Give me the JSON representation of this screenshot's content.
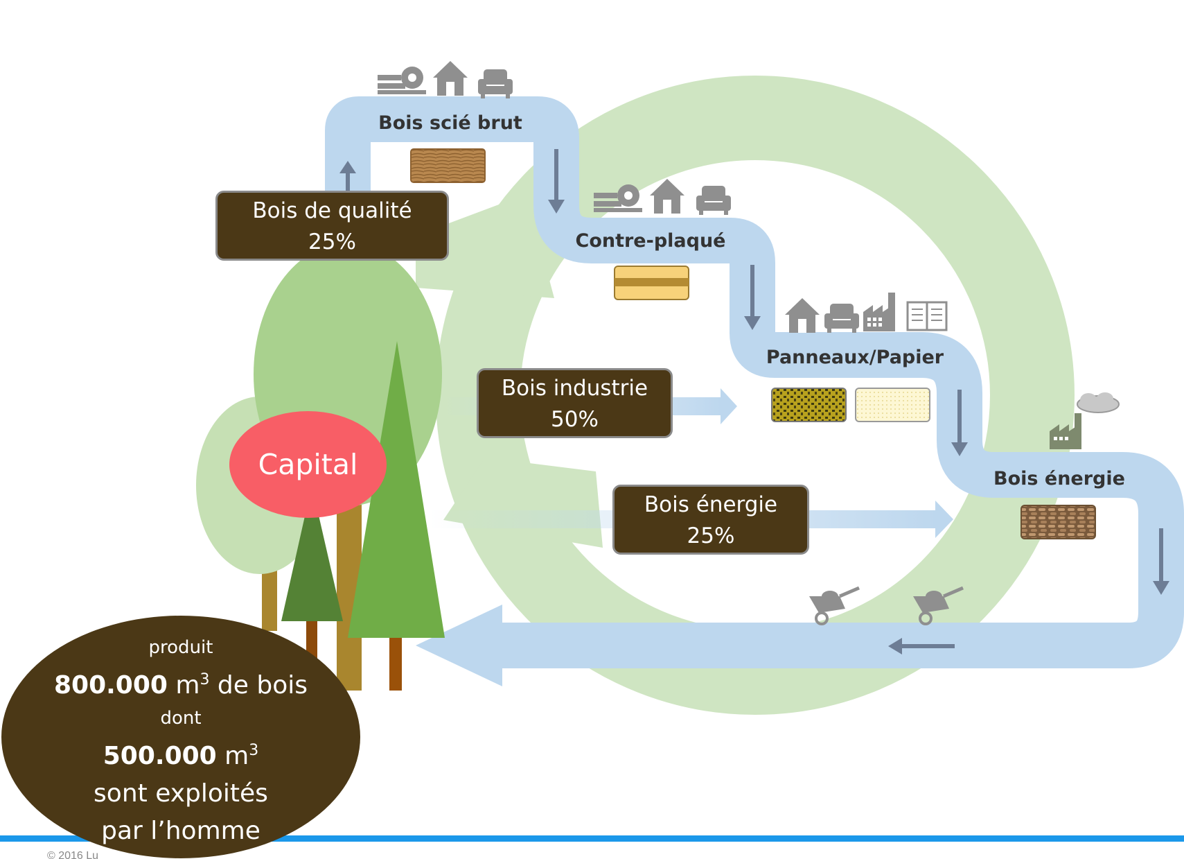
{
  "stages": {
    "bois_scie_brut": "Bois scié brut",
    "contre_plaque": "Contre-plaqué",
    "panneaux_papier": "Panneaux/Papier",
    "bois_energie": "Bois énergie"
  },
  "flows": {
    "qualite": {
      "label": "Bois de qualité",
      "percent": "25%"
    },
    "industrie": {
      "label": "Bois industrie",
      "percent": "50%"
    },
    "energie": {
      "label": "Bois énergie",
      "percent": "25%"
    }
  },
  "capital": "Capital",
  "summary": {
    "line1": "produit",
    "line2_value": "800.000",
    "line2_unit": "m",
    "line2_exp": "3",
    "line2_rest": " de bois",
    "line3": "dont",
    "line4_value": "500.000",
    "line4_unit": "m",
    "line4_exp": "3",
    "line5": "sont exploités",
    "line6": "par l’homme"
  },
  "footer": "© 2016 Lu",
  "colors": {
    "cycle_green": "#cfe5c2",
    "flow_blue": "#bdd7ee",
    "arrow_grey": "#6d7d95",
    "box_brown": "#4b3816",
    "capital_red": "#f85e66",
    "footer_blue": "#1b98ea"
  },
  "icons": [
    "sawmill-icon",
    "house-icon",
    "armchair-icon",
    "factory-icon",
    "book-icon",
    "smoke-cloud-icon",
    "wheelbarrow-icon"
  ]
}
